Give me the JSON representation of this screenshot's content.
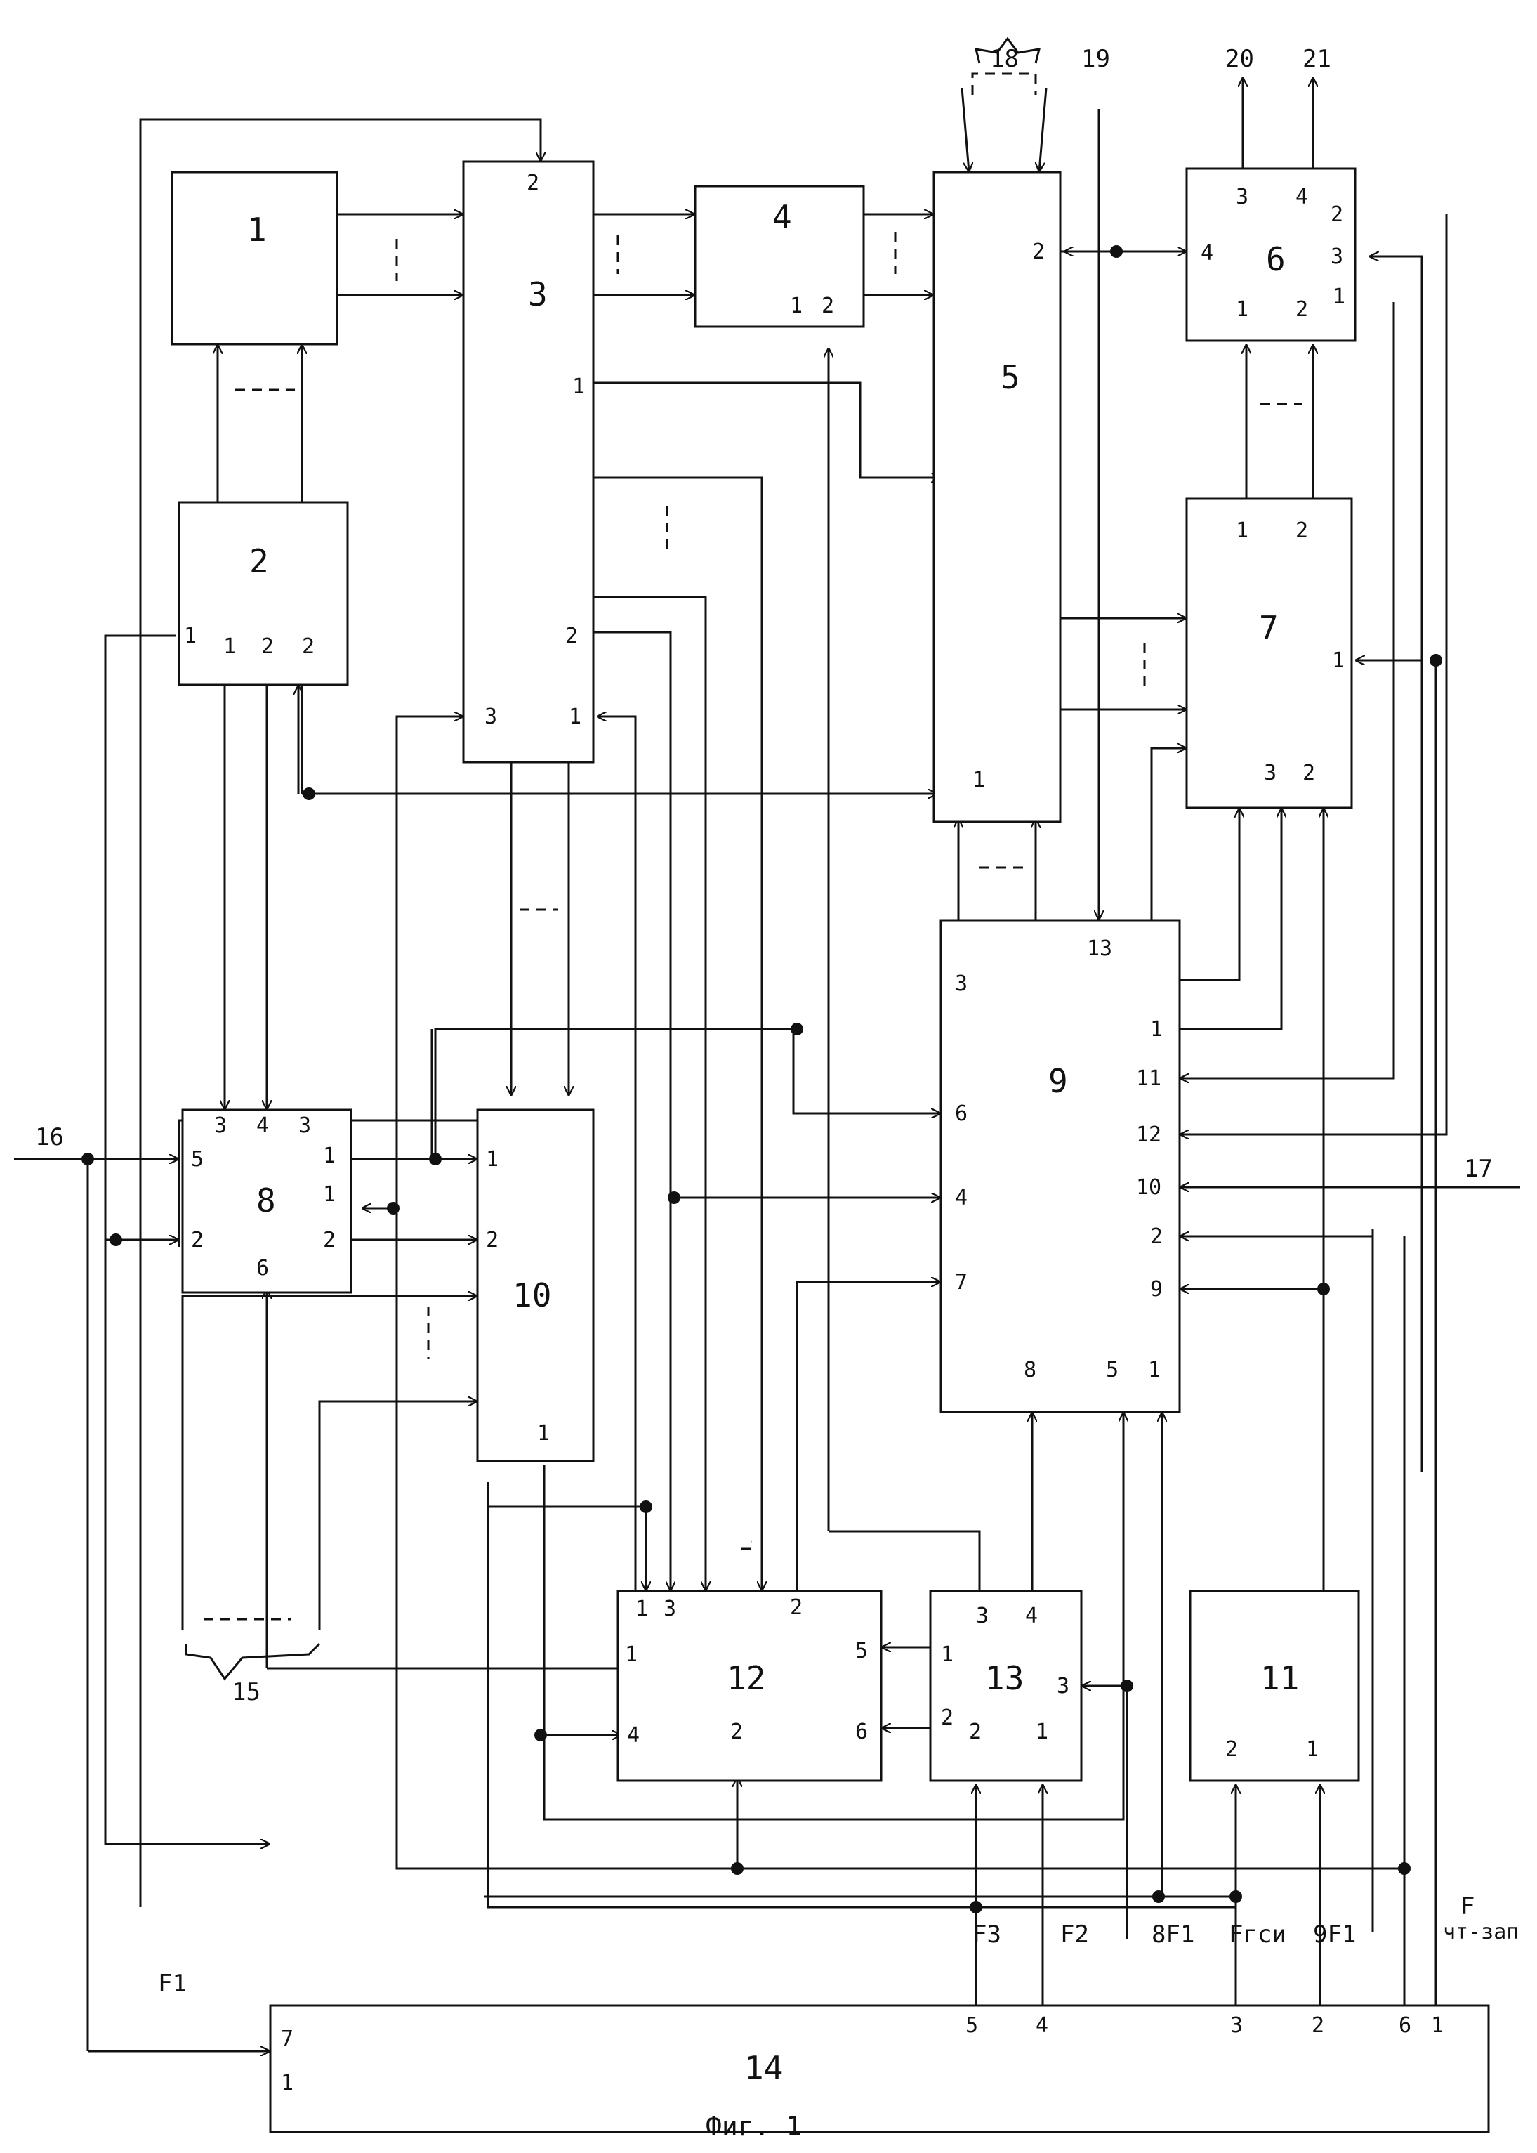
{
  "blocks": [
    {
      "id": "1",
      "label": "1",
      "ports": []
    },
    {
      "id": "2",
      "label": "2",
      "ports": [
        "1",
        "1",
        "2",
        "2"
      ]
    },
    {
      "id": "3",
      "label": "3",
      "ports": [
        "2",
        "1",
        "2",
        "3",
        "1"
      ]
    },
    {
      "id": "4",
      "label": "4",
      "ports": [
        "1",
        "2"
      ]
    },
    {
      "id": "5",
      "label": "5",
      "ports": [
        "2",
        "1"
      ]
    },
    {
      "id": "6",
      "label": "6",
      "ports": [
        "3",
        "4",
        "4",
        "2",
        "3",
        "1",
        "1",
        "2"
      ]
    },
    {
      "id": "7",
      "label": "7",
      "ports": [
        "1",
        "2",
        "1",
        "3",
        "2"
      ]
    },
    {
      "id": "8",
      "label": "8",
      "ports": [
        "3",
        "4",
        "3",
        "5",
        "1",
        "1",
        "2",
        "2",
        "6"
      ]
    },
    {
      "id": "9",
      "label": "9",
      "ports": [
        "13",
        "3",
        "1",
        "11",
        "6",
        "12",
        "4",
        "10",
        "2",
        "7",
        "9",
        "8",
        "5",
        "1"
      ]
    },
    {
      "id": "10",
      "label": "10",
      "ports": [
        "1",
        "2",
        "1"
      ]
    },
    {
      "id": "11",
      "label": "11",
      "ports": [
        "2",
        "1"
      ]
    },
    {
      "id": "12",
      "label": "12",
      "ports": [
        "1",
        "3",
        "2",
        "5",
        "1",
        "4",
        "2",
        "6"
      ]
    },
    {
      "id": "13",
      "label": "13",
      "ports": [
        "3",
        "4",
        "1",
        "3",
        "2",
        "2",
        "1"
      ]
    },
    {
      "id": "14",
      "label": "14",
      "ports": [
        "7",
        "1",
        "5",
        "4",
        "3",
        "2",
        "6",
        "1"
      ]
    }
  ],
  "external": [
    "16",
    "17",
    "18",
    "19",
    "20",
    "21",
    "15"
  ],
  "signals": [
    "F1",
    "F3",
    "F2",
    "8F1",
    "Fгси",
    "9F1",
    "F",
    "чт-зап"
  ],
  "caption": "Фиг. 1"
}
